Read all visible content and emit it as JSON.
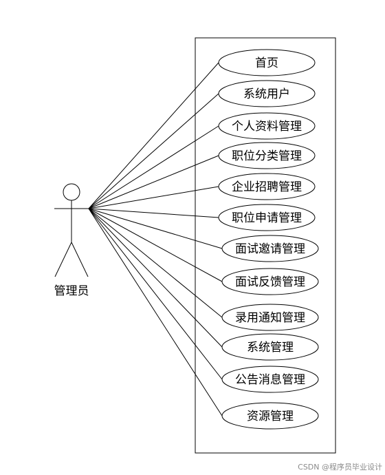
{
  "actor": {
    "label": "管理员"
  },
  "use_cases": [
    {
      "label": "首页"
    },
    {
      "label": "系统用户"
    },
    {
      "label": "个人资料管理"
    },
    {
      "label": "职位分类管理"
    },
    {
      "label": "企业招聘管理"
    },
    {
      "label": "职位申请管理"
    },
    {
      "label": "面试邀请管理"
    },
    {
      "label": "面试反馈管理"
    },
    {
      "label": "录用通知管理"
    },
    {
      "label": "系统管理"
    },
    {
      "label": "公告消息管理"
    },
    {
      "label": "资源管理"
    }
  ],
  "watermark": "CSDN @程序员毕业设计",
  "colors": {
    "stroke": "#000000",
    "background": "#ffffff",
    "watermark": "#8a8a8a"
  }
}
